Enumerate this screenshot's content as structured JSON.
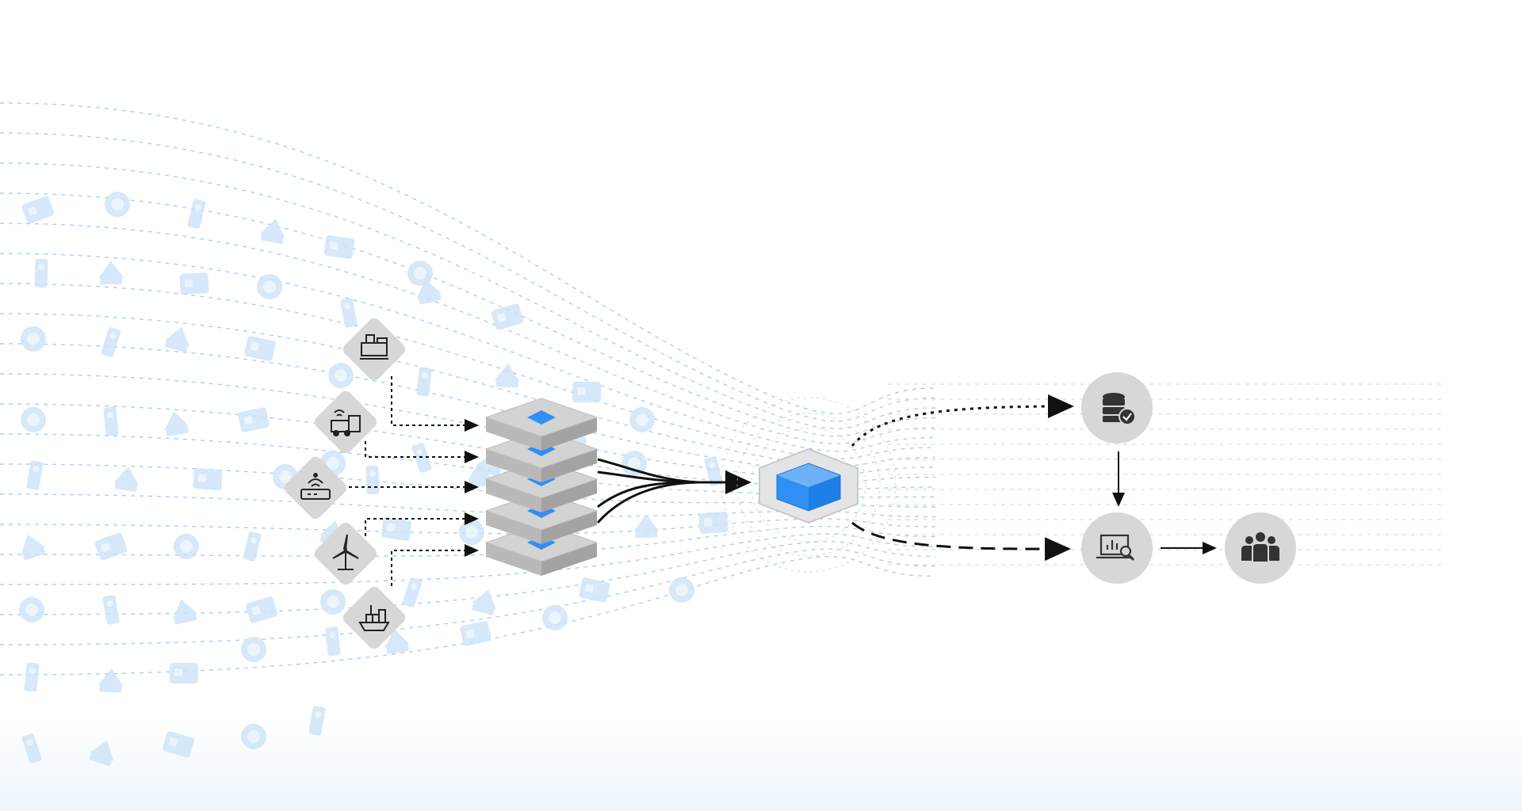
{
  "diagram": {
    "colors": {
      "accent_blue": "#2f8ff2",
      "accent_blue_light": "#7cb6f5",
      "stroke_dark": "#111111",
      "node_gray": "#d7d7d7",
      "layer_gray_top": "#cfcfcf",
      "layer_gray_side": "#a8a8a8",
      "faint_line": "#9fcbee",
      "faint_icon": "#cde4f7"
    },
    "sources": [
      {
        "name": "machine-tool",
        "icon": "cnc-machine-icon"
      },
      {
        "name": "connected-truck",
        "icon": "truck-iot-icon"
      },
      {
        "name": "router",
        "icon": "router-icon"
      },
      {
        "name": "wind-turbine",
        "icon": "wind-turbine-icon"
      },
      {
        "name": "cargo-ship",
        "icon": "cargo-ship-icon"
      }
    ],
    "hub": {
      "name": "layer-stack",
      "layers": 5
    },
    "core": {
      "name": "central-cube"
    },
    "outputs": [
      {
        "name": "verified-database",
        "icon": "database-check-icon"
      },
      {
        "name": "analytics-dashboard",
        "icon": "analytics-laptop-icon"
      },
      {
        "name": "user-group",
        "icon": "people-group-icon"
      }
    ]
  }
}
